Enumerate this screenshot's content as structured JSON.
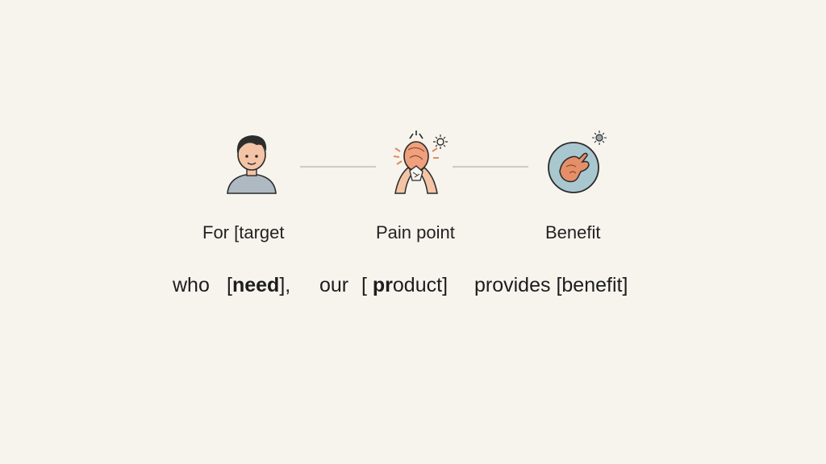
{
  "diagram": {
    "nodes": [
      {
        "id": "target",
        "label": "For [target",
        "icon": "person-icon"
      },
      {
        "id": "pain",
        "label": "Pain point",
        "icon": "stressed-head-icon"
      },
      {
        "id": "benefit",
        "label": "Benefit",
        "icon": "hand-in-circle-icon"
      }
    ],
    "statement": {
      "who": "who",
      "need_open": "[",
      "need_word": "need",
      "need_close": "],",
      "our": "our",
      "product_open": "[ ",
      "product_bold": "pr",
      "product_rest": "oduct]",
      "provides": "provides [benefit]"
    }
  },
  "colors": {
    "background": "#f7f4ee",
    "connector": "#cfcac2",
    "skin": "#f3c4a6",
    "accent": "#e08a64",
    "shirt": "#aeb9c1",
    "circle": "#a9c7cf"
  }
}
